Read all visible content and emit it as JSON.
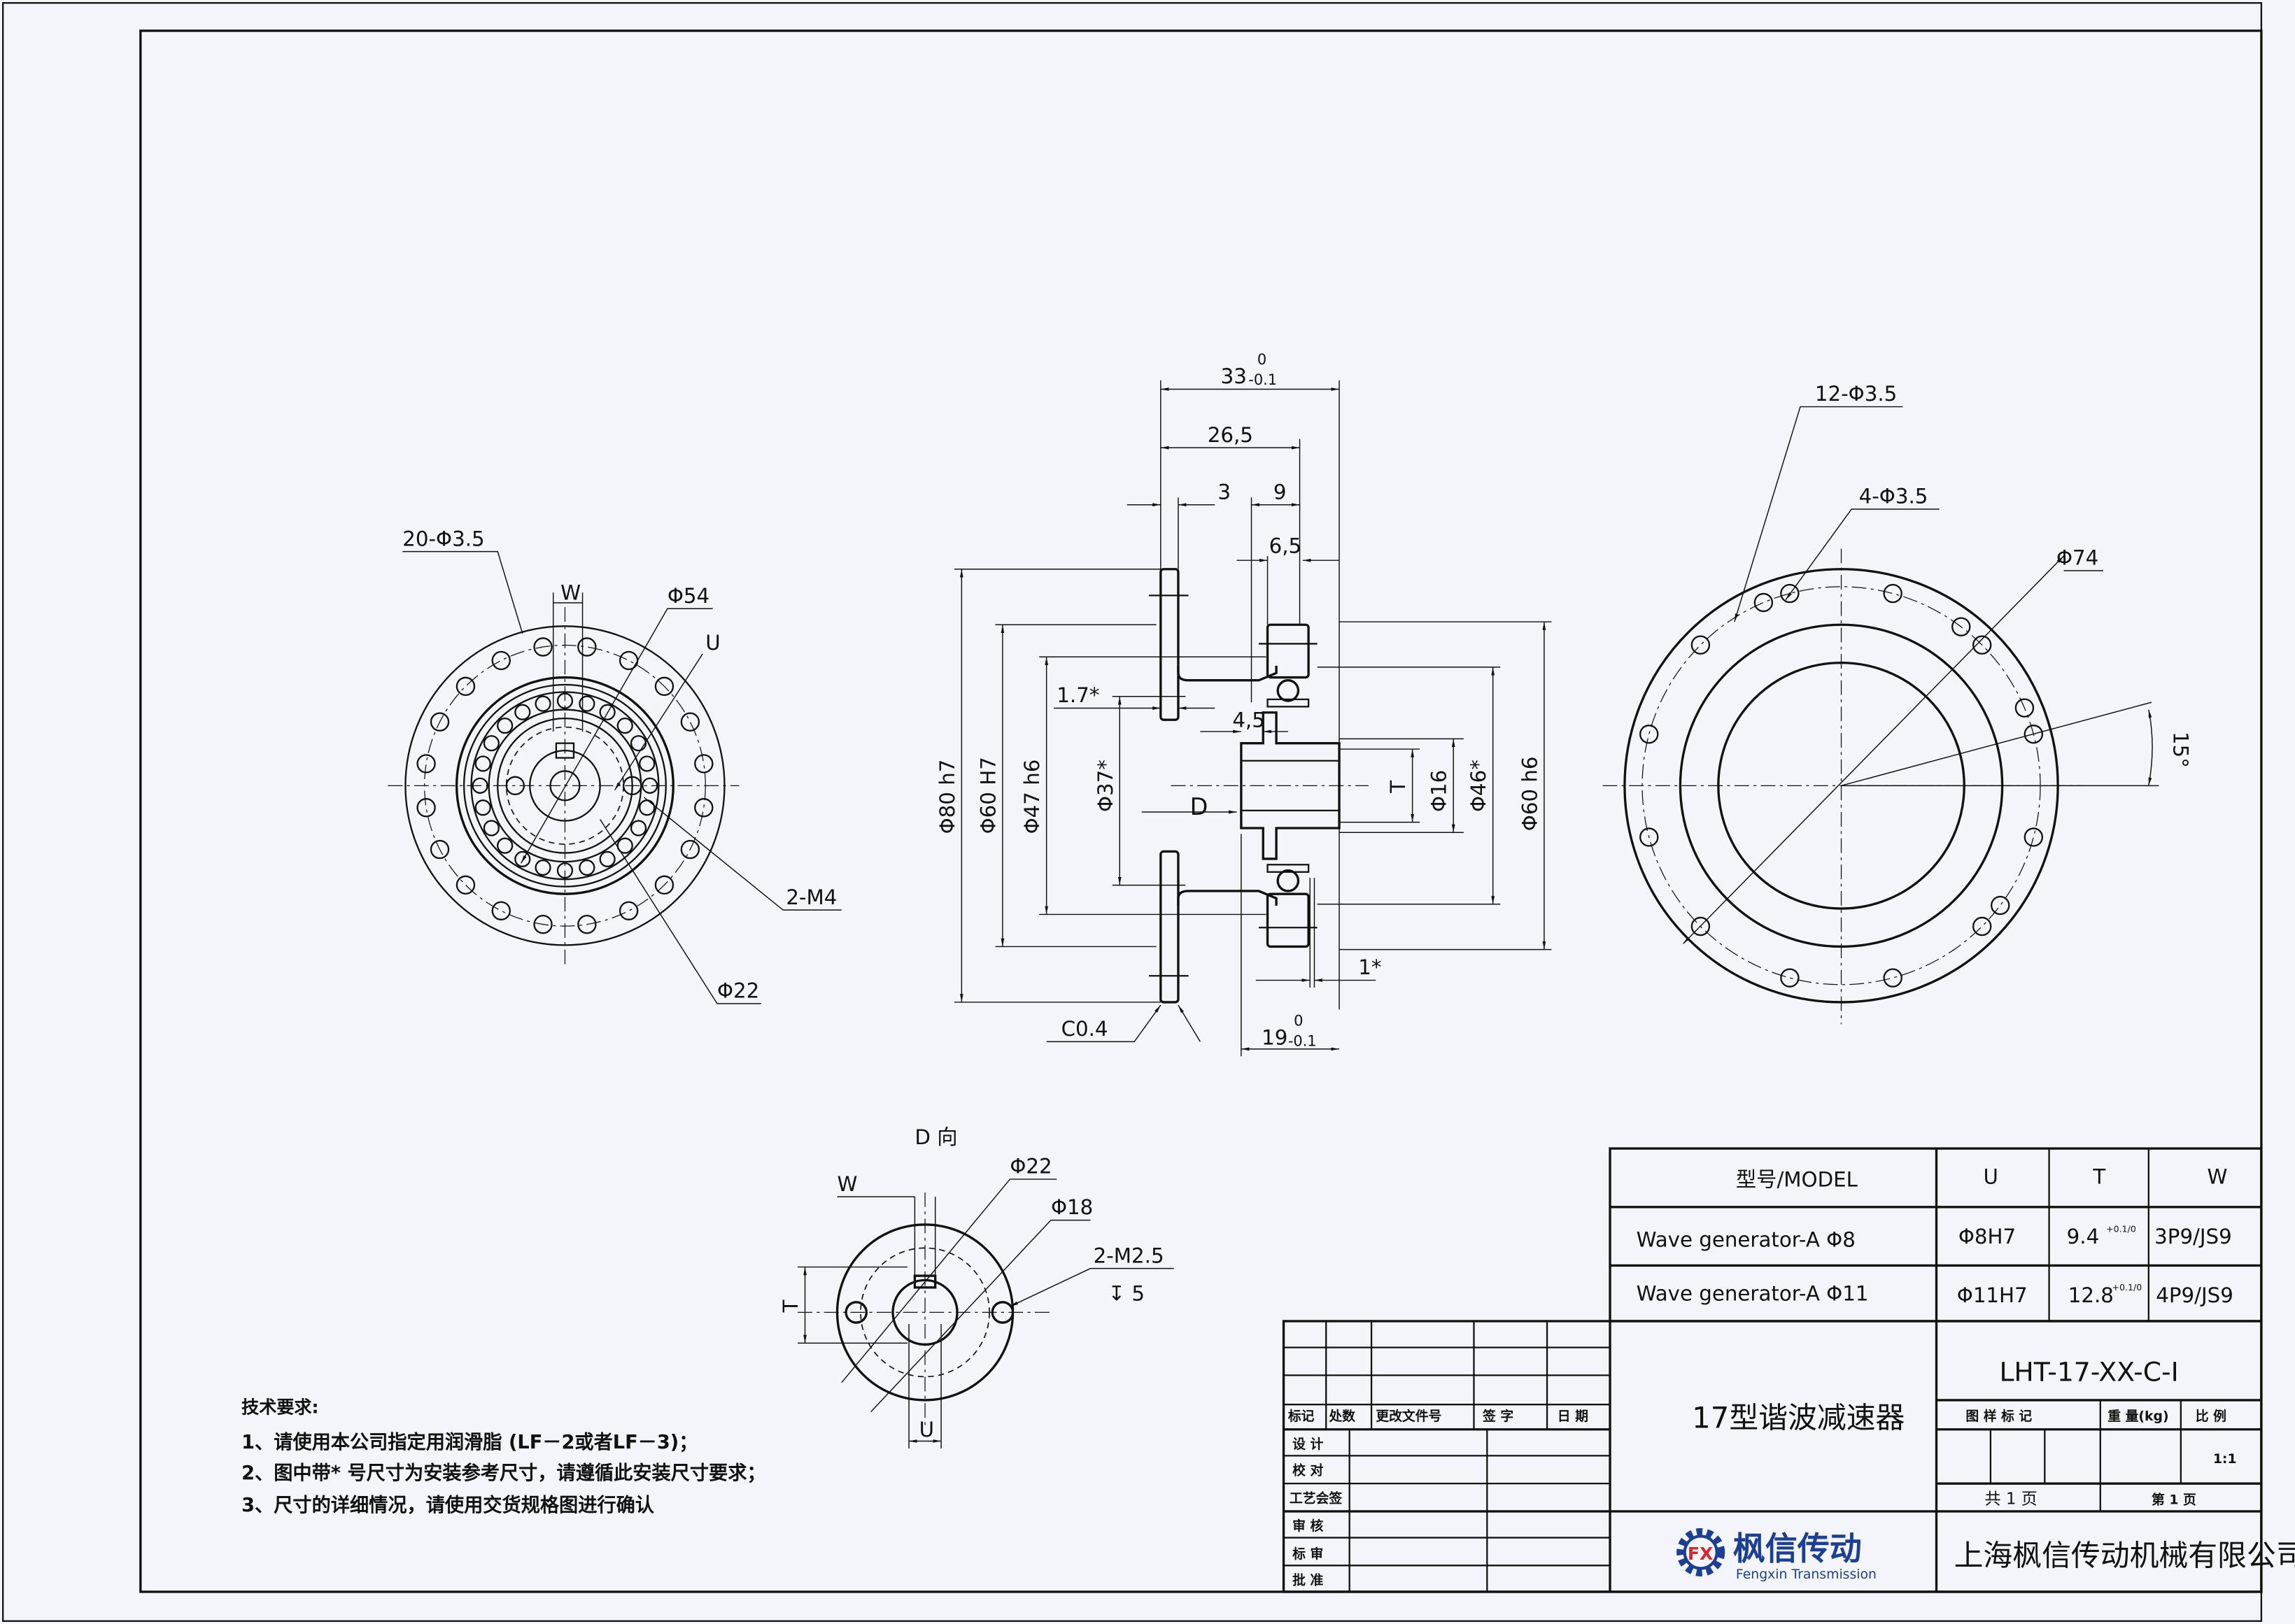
{
  "front_view": {
    "holes_label": "20-Φ3.5",
    "w_label": "W",
    "dia54": "Φ54",
    "u_label": "U",
    "m4_label": "2-M4",
    "dia22": "Φ22"
  },
  "side_view": {
    "len33": "33",
    "len33_tol_upper": "0",
    "len33_tol_lower": "-0.1",
    "len26_5": "26,5",
    "len3": "3",
    "len9": "9",
    "len6_5": "6,5",
    "len1_7": "1.7*",
    "len4_5": "4,5",
    "dia80": "Φ80 h7",
    "dia60H7": "Φ60 H7",
    "dia47": "Φ47 h6",
    "dia37": "Φ37*",
    "view_d": "D",
    "t_label": "T",
    "dia16": "Φ16",
    "dia46": "Φ46*",
    "dia60h6": "Φ60 h6",
    "len1": "1*",
    "chamfer": "C0.4",
    "len19": "19",
    "len19_tol_upper": "0",
    "len19_tol_lower": "-0.1"
  },
  "rear_view": {
    "holes12": "12-Φ3.5",
    "holes4": "4-Φ3.5",
    "dia74": "Φ74",
    "angle": "15°"
  },
  "d_view": {
    "title": "D 向",
    "w_label": "W",
    "dia22": "Φ22",
    "dia18": "Φ18",
    "m2_5": "2-M2.5",
    "depth": "↧ 5",
    "t_label": "T",
    "u_label": "U"
  },
  "notes": {
    "title": "技术要求:",
    "items": [
      "1、请使用本公司指定用润滑脂 (LF－2或者LF－3)；",
      "2、图中带* 号尺寸为安装参考尺寸，请遵循此安装尺寸要求；",
      "3、尺寸的详细情况，请使用交货规格图进行确认"
    ]
  },
  "spec_table": {
    "headers": [
      "型号/MODEL",
      "U",
      "T",
      "W"
    ],
    "rows": [
      {
        "model": "Wave generator-A Φ8",
        "u": "Φ8H7",
        "t": "9.4",
        "t_tol": "+0.1/0",
        "w": "3P9/JS9"
      },
      {
        "model": "Wave generator-A Φ11",
        "u": "Φ11H7",
        "t": "12.8",
        "t_tol": "+0.1/0",
        "w": "4P9/JS9"
      }
    ]
  },
  "title_block": {
    "rev_headers": [
      "标记",
      "处数",
      "更改文件号",
      "签 字",
      "日 期"
    ],
    "roles": [
      "设 计",
      "校 对",
      "工艺会签",
      "审 核",
      "标 审",
      "批 准"
    ],
    "product_name": "17型谐波减速器",
    "drawing_no": "LHT-17-XX-C-I",
    "stage_label": "图 样 标 记",
    "weight_label": "重 量(kg)",
    "scale_label": "比 例",
    "scale_value": "1:1",
    "total_pages": "共 1 页",
    "page_no": "第 1 页",
    "logo_cn": "枫信传动",
    "logo_en": "Fengxin Transmission",
    "logo_mark": "FX",
    "company": "上海枫信传动机械有限公司"
  },
  "colors": {
    "background": "#f3f5fa",
    "line": "#111111",
    "logo_blue": "#1b3f95",
    "logo_red": "#d8262e"
  }
}
